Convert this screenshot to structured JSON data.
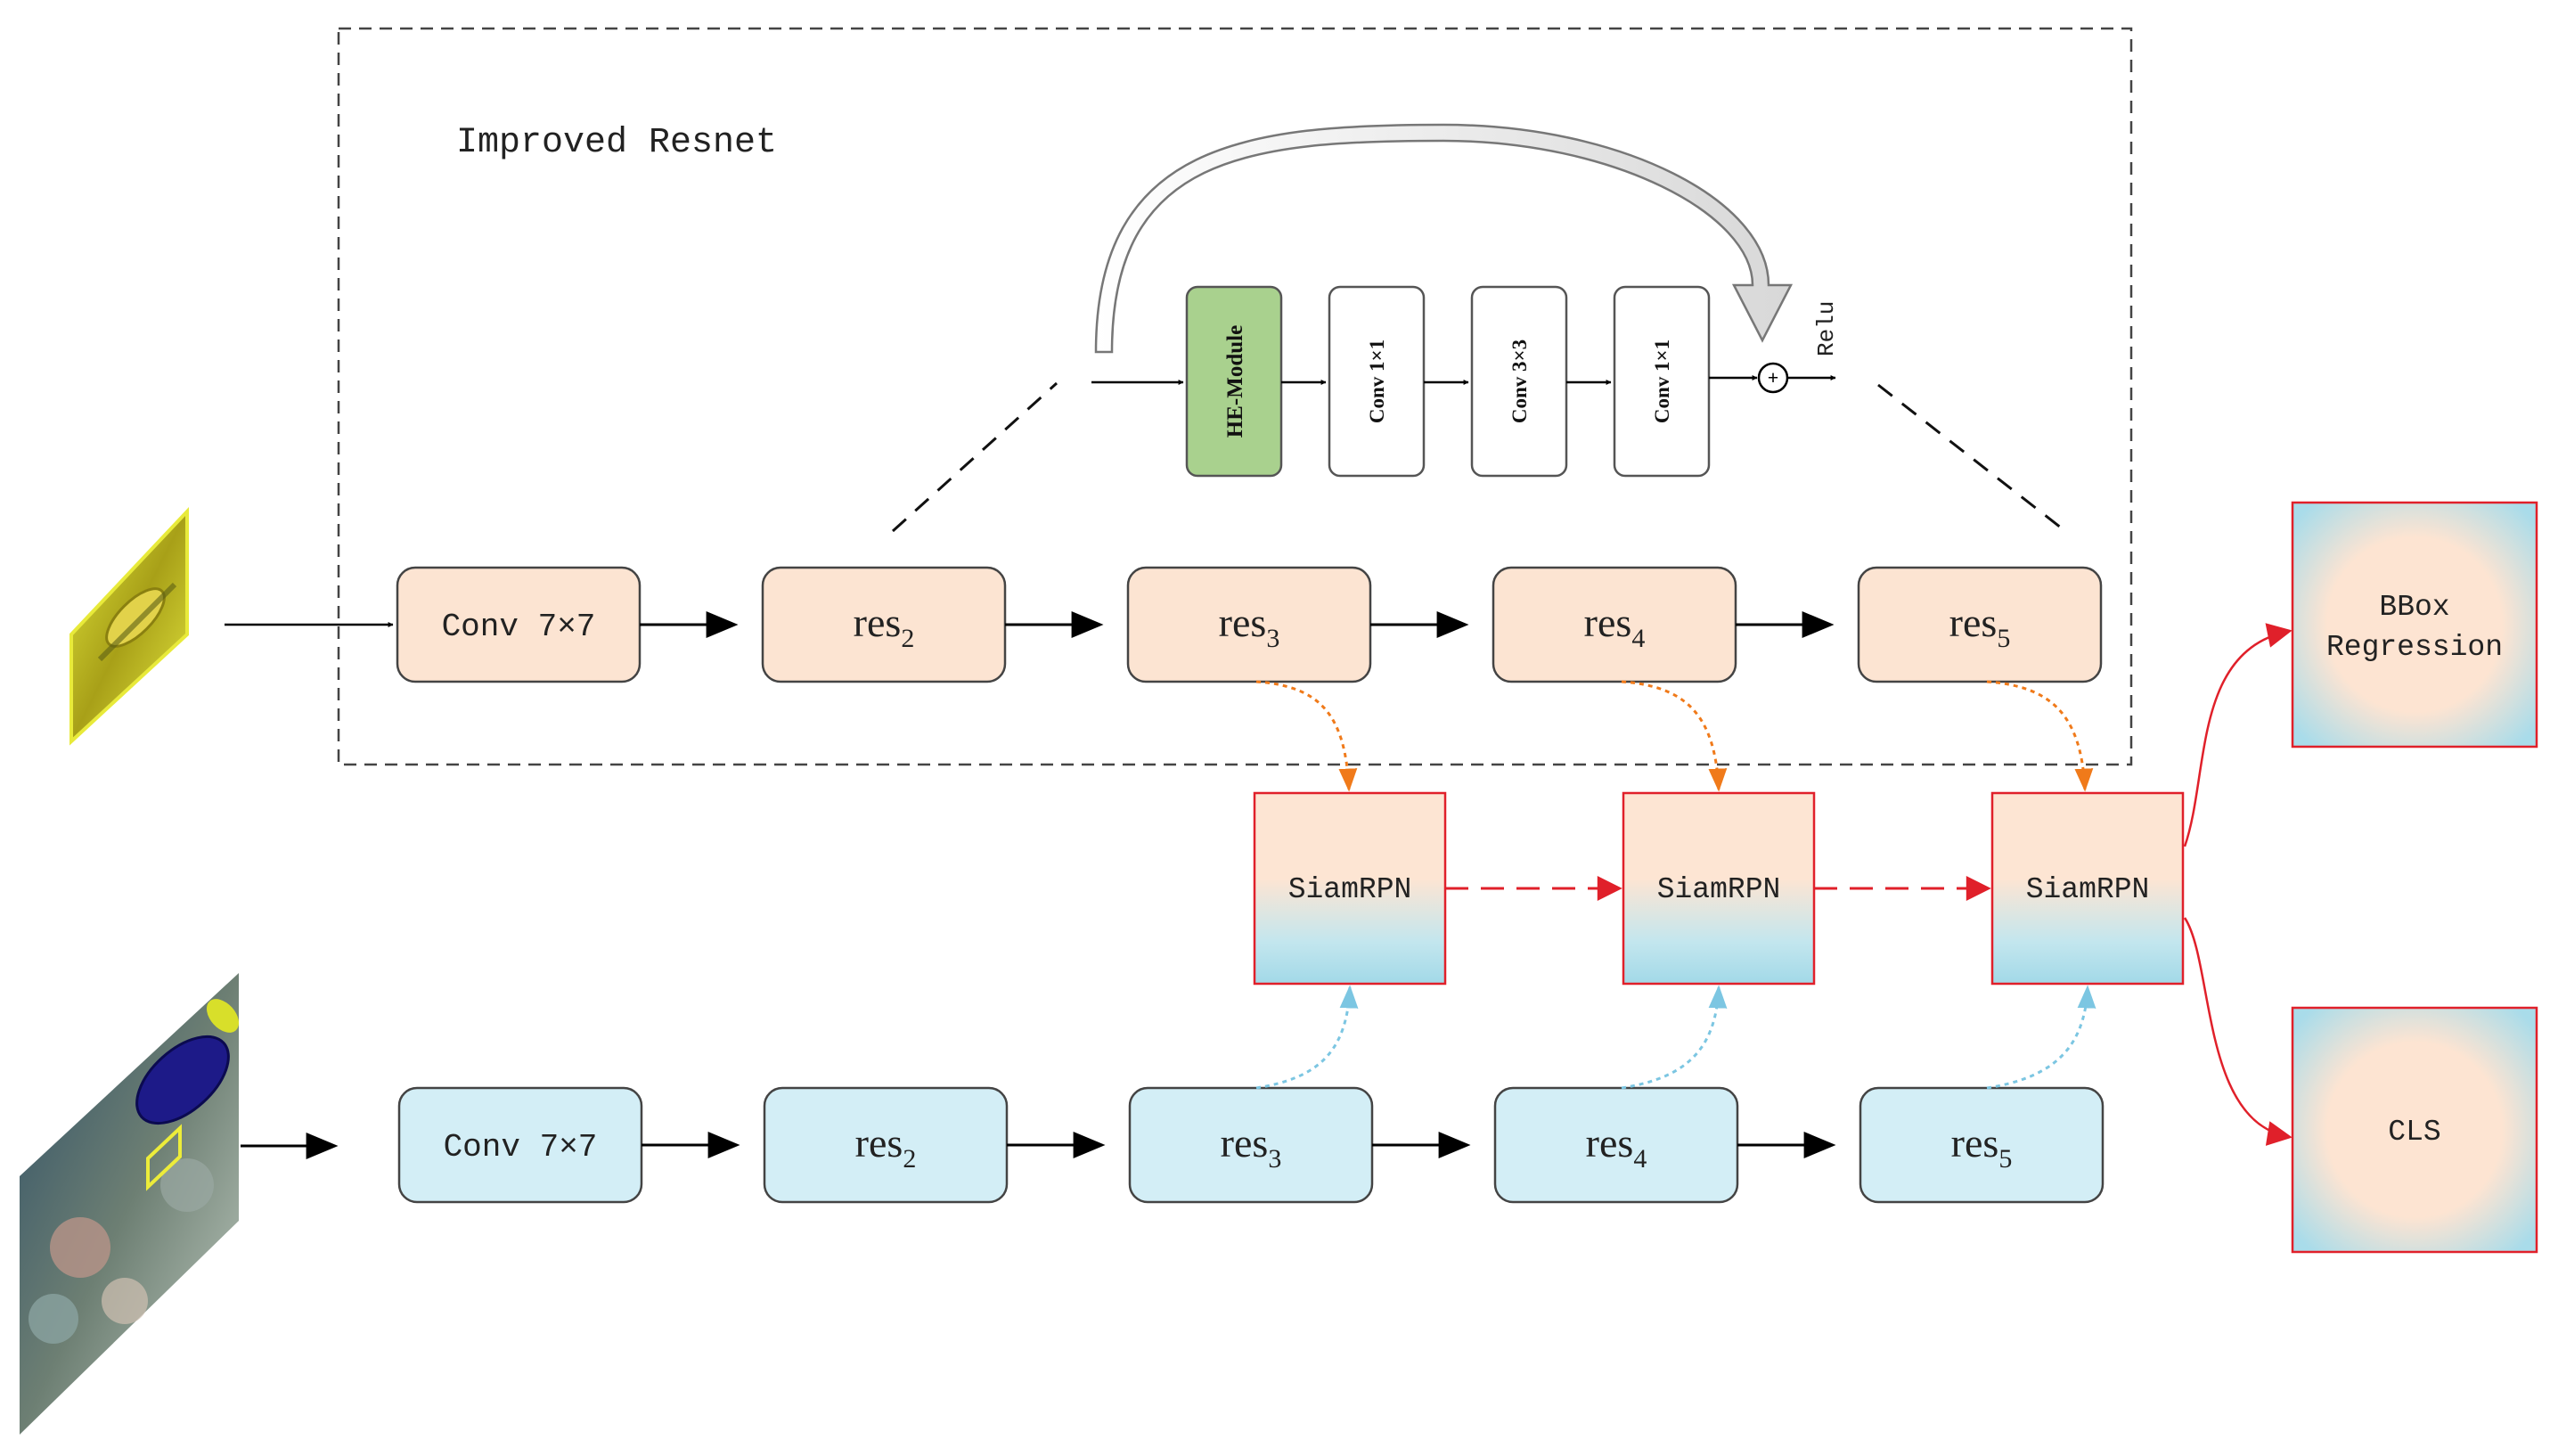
{
  "title": "Improved Resnet",
  "bottleneck": {
    "blocks": [
      "HE-Module",
      "Conv 1×1",
      "Conv 3×3",
      "Conv 1×1"
    ],
    "relu_label": "Relu",
    "sum_symbol": "+"
  },
  "template_branch": {
    "stem": "Conv 7×7",
    "stages": [
      {
        "base": "res",
        "sub": "2"
      },
      {
        "base": "res",
        "sub": "3"
      },
      {
        "base": "res",
        "sub": "4"
      },
      {
        "base": "res",
        "sub": "5"
      }
    ]
  },
  "search_branch": {
    "stem": "Conv 7×7",
    "stages": [
      {
        "base": "res",
        "sub": "2"
      },
      {
        "base": "res",
        "sub": "3"
      },
      {
        "base": "res",
        "sub": "4"
      },
      {
        "base": "res",
        "sub": "5"
      }
    ]
  },
  "siamrpn": [
    "SiamRPN",
    "SiamRPN",
    "SiamRPN"
  ],
  "outputs": {
    "bbox_line1": "BBox",
    "bbox_line2": "Regression",
    "cls": "CLS"
  },
  "colors": {
    "template_fill": "#fce4d2",
    "search_fill": "#d3eef6",
    "he_module": "#a9d18e",
    "siam_border": "#e0202a",
    "siam_top": "#fde5d3",
    "siam_bottom": "#a8dcea",
    "arrow_orange": "#f07a1a",
    "arrow_blue": "#7cc6e2",
    "arrow_red": "#e0202a"
  }
}
